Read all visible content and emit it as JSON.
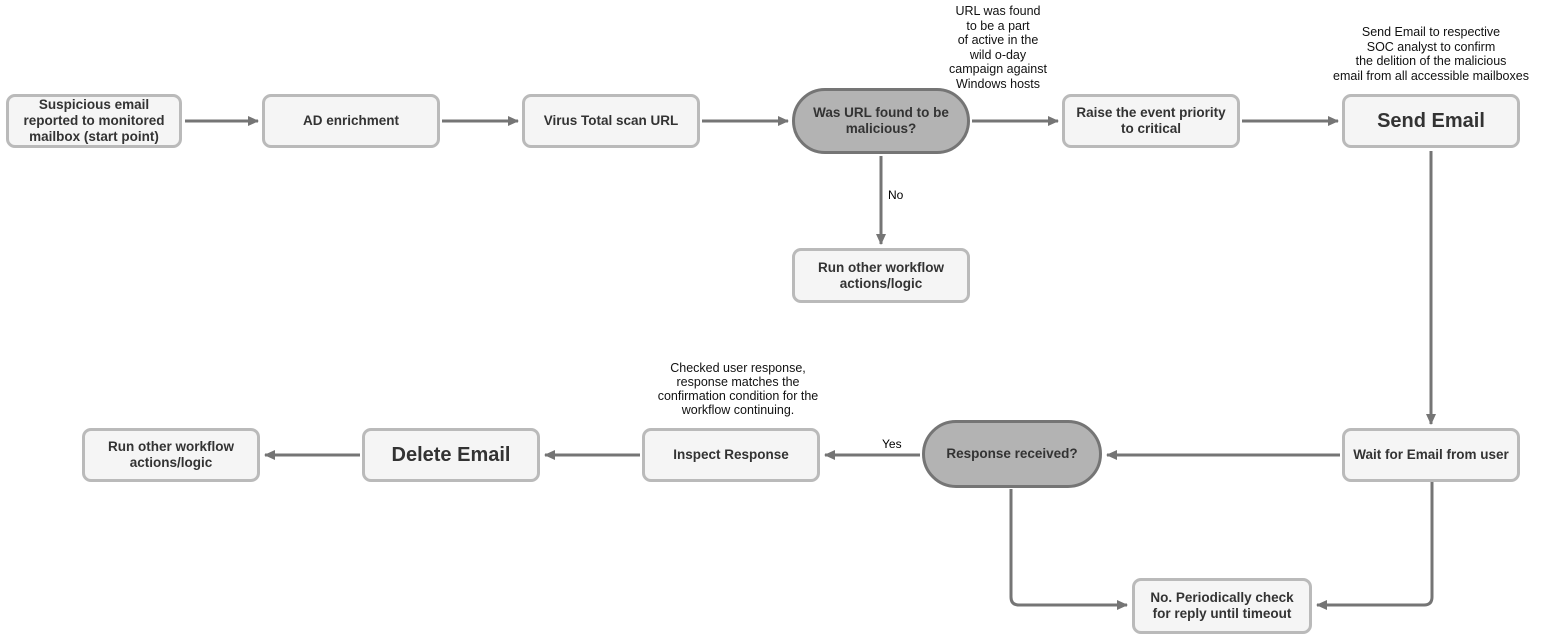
{
  "diagram": {
    "type": "flowchart",
    "colors": {
      "node_fill": "#f5f5f5",
      "node_border": "#bababa",
      "decision_fill": "#b3b3b3",
      "decision_border": "#757575",
      "connector": "#757575",
      "text": "#333333"
    },
    "nodes": [
      {
        "id": "start",
        "type": "process",
        "label": "Suspicious email reported to monitored mailbox (start point)"
      },
      {
        "id": "ad-enrichment",
        "type": "process",
        "label": "AD enrichment"
      },
      {
        "id": "virus-total-scan",
        "type": "process",
        "label": "Virus Total scan URL"
      },
      {
        "id": "url-malicious-decision",
        "type": "decision",
        "label": "Was URL found to be malicious?"
      },
      {
        "id": "raise-priority",
        "type": "process",
        "label": "Raise the event priority to critical"
      },
      {
        "id": "send-email",
        "type": "process",
        "label": "Send Email"
      },
      {
        "id": "run-other-workflow-top",
        "type": "process",
        "label": "Run other workflow actions/logic"
      },
      {
        "id": "wait-for-email",
        "type": "process",
        "label": "Wait for Email from user"
      },
      {
        "id": "response-received-decision",
        "type": "decision",
        "label": "Response received?"
      },
      {
        "id": "inspect-response",
        "type": "process",
        "label": "Inspect Response"
      },
      {
        "id": "delete-email",
        "type": "process",
        "label": "Delete Email"
      },
      {
        "id": "run-other-workflow-bottom",
        "type": "process",
        "label": "Run other workflow actions/logic"
      },
      {
        "id": "periodic-check",
        "type": "process",
        "label": "No. Periodically check for reply until timeout"
      }
    ],
    "annotations": [
      {
        "id": "url-campaign-note",
        "text": "URL was found\nto be a part\nof active in the\nwild o-day\ncampaign against\nWindows hosts"
      },
      {
        "id": "send-email-note",
        "text": "Send Email to respective\nSOC analyst to confirm\nthe delition of the malicious\nemail from all accessible mailboxes"
      },
      {
        "id": "inspect-response-note",
        "text": "Checked user response,\nresponse matches the\nconfirmation condition for the\nworkflow continuing."
      }
    ],
    "edge_labels": [
      {
        "id": "no-label",
        "text": "No"
      },
      {
        "id": "yes-label",
        "text": "Yes"
      }
    ]
  }
}
